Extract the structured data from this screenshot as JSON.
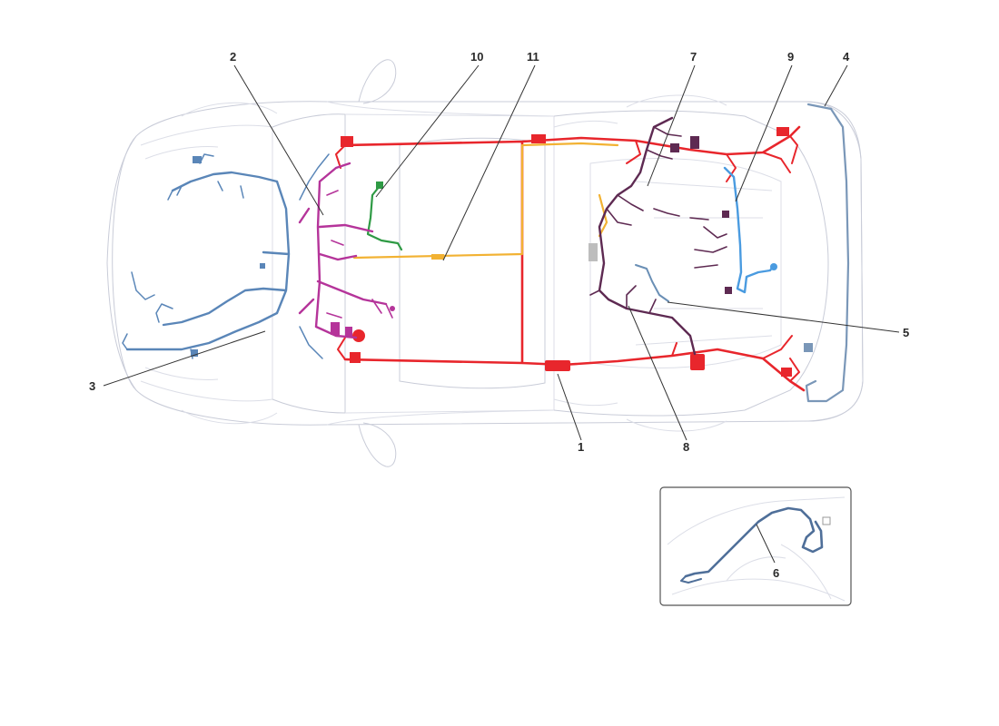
{
  "diagram": {
    "colors": {
      "harness_1_main": "#e8262c",
      "harness_2_dashboard": "#b5349a",
      "harness_3_front": "#5a86b8",
      "harness_4_rear_bumper": "#7a97b8",
      "harness_5_engine": "#6a8fb5",
      "harness_6_door": "#4f6f99",
      "harness_7_8_engine_bay": "#5e2a52",
      "harness_9_blue": "#4a9be0",
      "harness_10_green": "#2e9a44",
      "harness_11_yellow": "#f2b233",
      "body_outline": "#c9ccd8"
    },
    "callouts": [
      {
        "id": "1",
        "label": "1"
      },
      {
        "id": "2",
        "label": "2"
      },
      {
        "id": "3",
        "label": "3"
      },
      {
        "id": "4",
        "label": "4"
      },
      {
        "id": "5",
        "label": "5"
      },
      {
        "id": "6",
        "label": "6"
      },
      {
        "id": "7",
        "label": "7"
      },
      {
        "id": "8",
        "label": "8"
      },
      {
        "id": "9",
        "label": "9"
      },
      {
        "id": "10",
        "label": "10"
      },
      {
        "id": "11",
        "label": "11"
      }
    ]
  }
}
